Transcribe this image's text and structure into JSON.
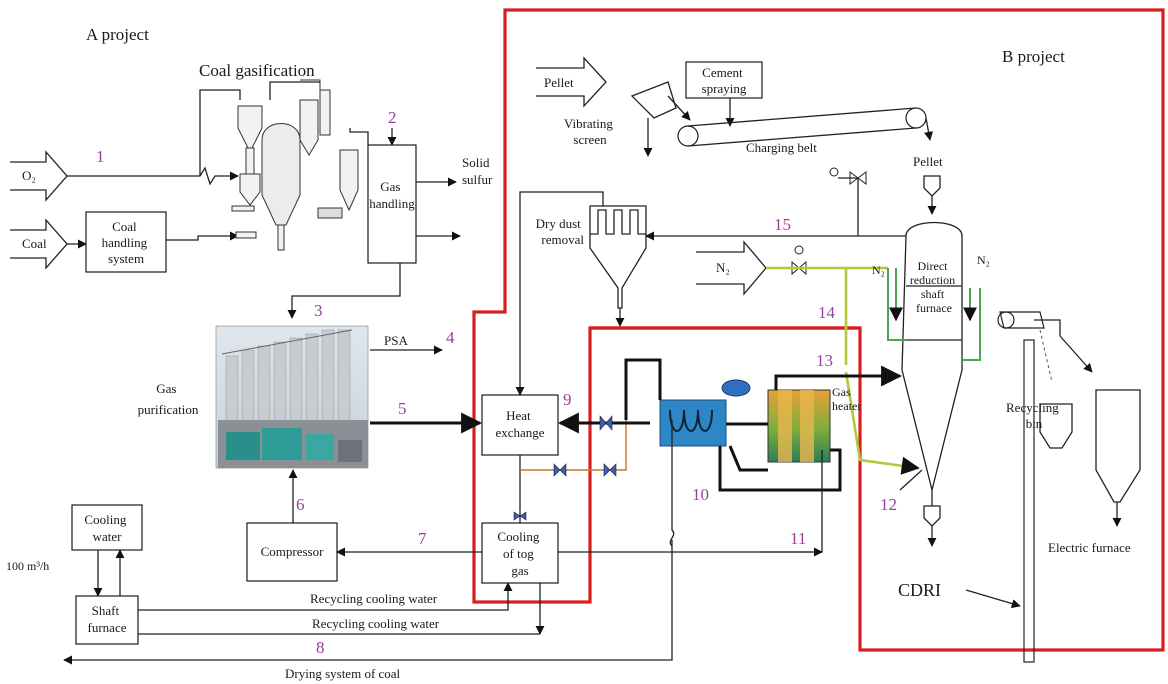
{
  "headings": {
    "a_project": "A project",
    "b_project": "B project",
    "coal_gasification": "Coal gasification"
  },
  "inputs": {
    "o2": "O₂",
    "coal": "Coal",
    "pellet": "Pellet",
    "n2": "N₂"
  },
  "boxes": {
    "coal_handling": [
      "Coal",
      "handling",
      "system"
    ],
    "gas_handling": [
      "Gas",
      "handling"
    ],
    "cement_spraying": [
      "Cement",
      "spraying"
    ],
    "heat_exchange": [
      "Heat",
      "exchange"
    ],
    "cooling_top_gas": [
      "Cooling",
      "of tog",
      "gas"
    ],
    "compressor": "Compressor",
    "cooling_water": [
      "Cooling",
      "water"
    ],
    "shaft_furnace": [
      "Shaft",
      "furnace"
    ],
    "dr_furnace": [
      "Direct",
      "reduction",
      "shaft",
      "furnace"
    ]
  },
  "labels": {
    "solid_sulfur": [
      "Solid",
      "sulfur"
    ],
    "vibrating_screen": [
      "Vibrating",
      "screen"
    ],
    "charging_belt": "Charging belt",
    "pellet_top": "Pellet",
    "dry_dust_removal": [
      "Dry dust",
      "removal"
    ],
    "gas_purification": [
      "Gas",
      "purification"
    ],
    "psa": "PSA",
    "gas_heater": [
      "Gas",
      "heater"
    ],
    "recycling_bin": [
      "Recycling",
      "bin"
    ],
    "electric_furnace": "Electric furnace",
    "cdri": "CDRI",
    "flow_100": "100 m³/h",
    "recycling_cooling_water_1": "Recycling cooling water",
    "recycling_cooling_water_2": "Recycling cooling water",
    "drying_system": "Drying system of coal",
    "n2_left": "N₂",
    "n2_right": "N₂"
  },
  "stream_numbers": [
    "1",
    "2",
    "3",
    "4",
    "5",
    "6",
    "7",
    "8",
    "9",
    "10",
    "11",
    "12",
    "13",
    "14",
    "15"
  ],
  "colors": {
    "project_boundary": "#d6201f",
    "stream_number": "#9b3f9b",
    "nitrogen_line": "#4aa84a",
    "yellow_line": "#b5c63a"
  }
}
